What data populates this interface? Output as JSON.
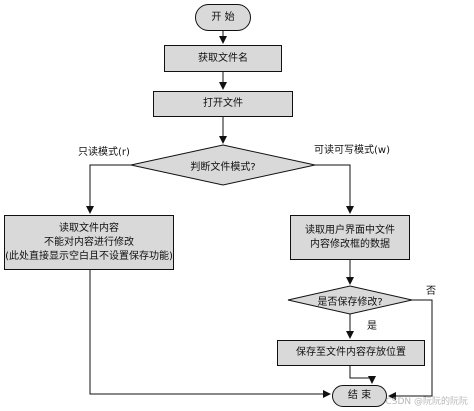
{
  "nodes": {
    "start": "开 始",
    "get_filename": "获取文件名",
    "open_file": "打开文件",
    "judge_mode": "判断文件模式?",
    "read_only_box": [
      "读取文件内容",
      "不能对内容进行修改",
      "(此处直接显示空白且不设置保存功能)"
    ],
    "read_ui_box": [
      "读取用户界面中文件",
      "内容修改框的数据"
    ],
    "save_question": "是否保存修改?",
    "save_action": "保存至文件内容存放位置",
    "end": "结 束"
  },
  "edge_labels": {
    "readonly": "只读模式(r)",
    "readwrite": "可读可写模式(w)",
    "yes": "是",
    "no": "否"
  },
  "watermark": "CSDN @阮阮的阮阮"
}
